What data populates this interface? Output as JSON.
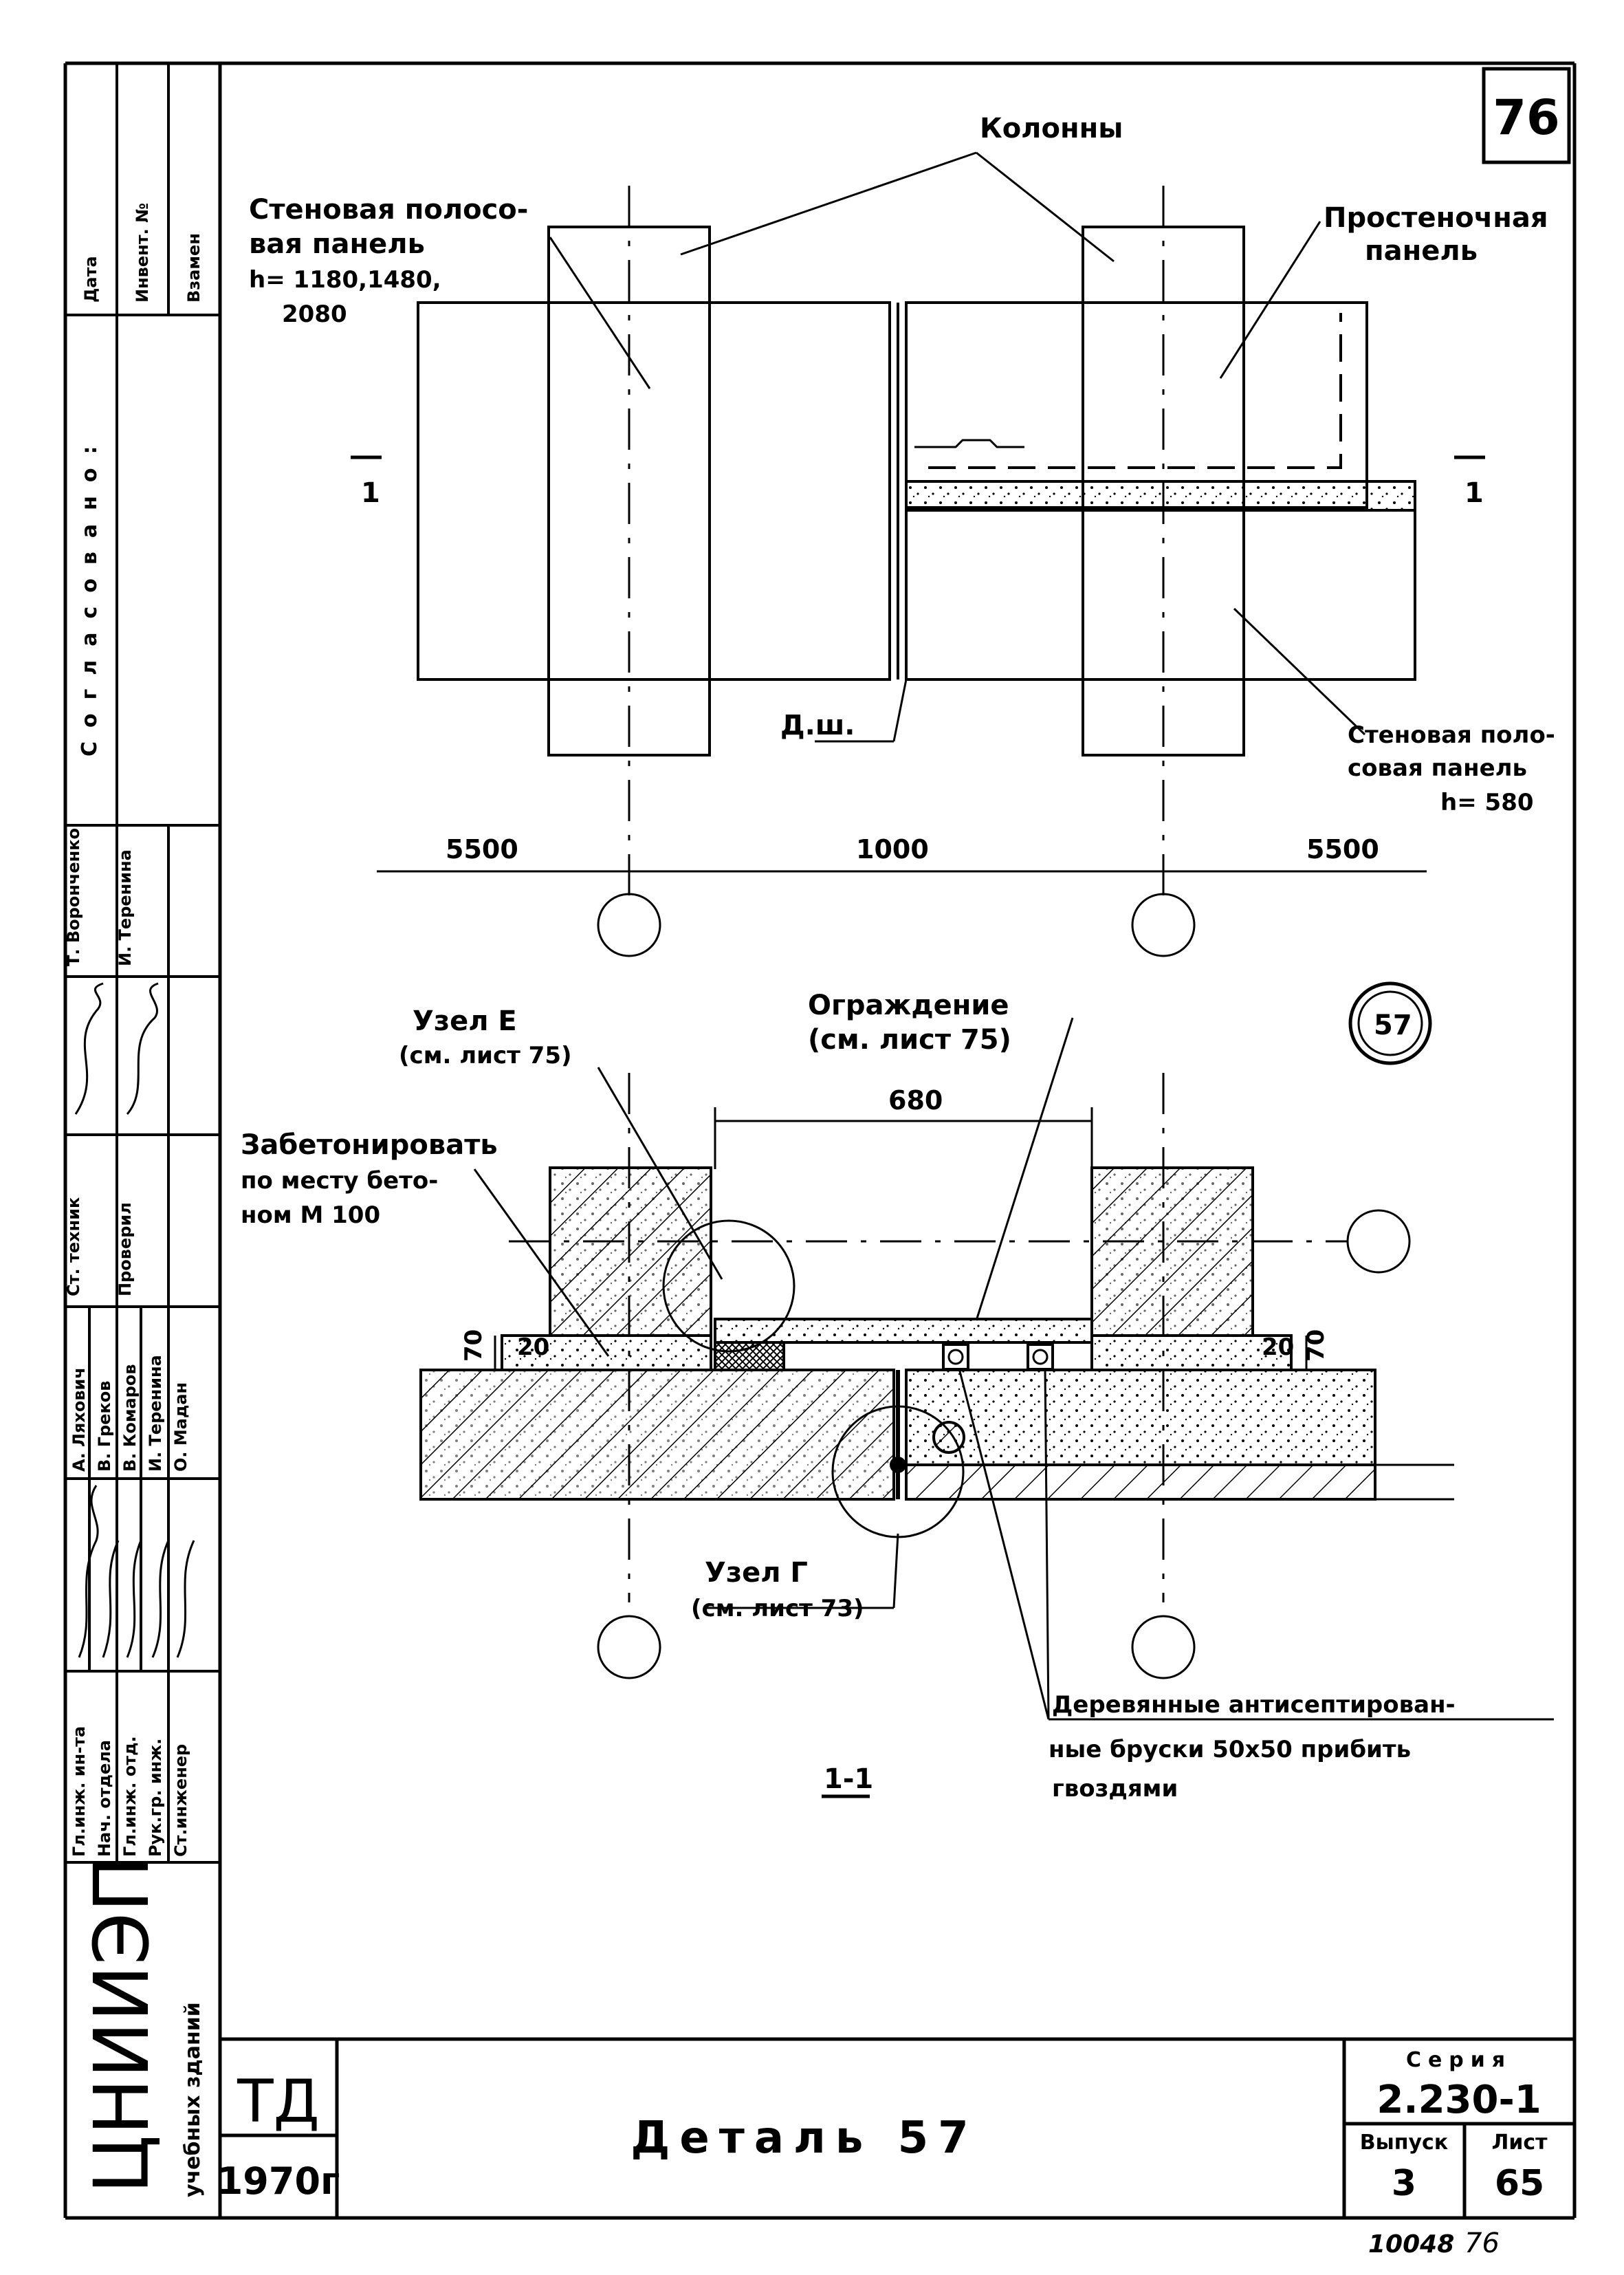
{
  "sheet_number": "76",
  "drawing": {
    "labels": {
      "columns": "Колонны",
      "wall_strip_panel_top": [
        "Стеновая полосо-",
        "вая панель",
        "h= 1180,1480,",
        "2080"
      ],
      "pier_panel": [
        "Простеночная",
        "панель"
      ],
      "section_mark": "1",
      "dsh": "Д.ш.",
      "wall_strip_panel_bottom": [
        "Стеновая поло-",
        "совая панель",
        "h= 580"
      ],
      "railing": [
        "Ограждение",
        "(см. лист 75)"
      ],
      "node_e": [
        "Узел Е",
        "(см. лист 75)"
      ],
      "concrete": [
        "Забетонировать",
        "по месту бето-",
        "ном  М 100"
      ],
      "node_g": [
        "Узел Г",
        "(см. лист 73)"
      ],
      "bars": [
        "Деревянные антисептирован-",
        "ные бруски 50х50 прибить",
        "гвоздями"
      ],
      "section_title": "1-1",
      "detail_mark": "57"
    },
    "dimensions": {
      "span_left": "5500",
      "span_mid": "1000",
      "span_right": "5500",
      "opening": "680",
      "h70_left": "70",
      "w20_left": "20",
      "w20_right": "20",
      "h70_right": "70"
    }
  },
  "side_stamp": {
    "header": [
      "Дата",
      "Инвент. №",
      "Взамен"
    ],
    "agreed": "Согласовано:",
    "roles": [
      "Гл.инж. ин-та",
      "Нач. отдела",
      "Гл.инж. отд.",
      "Рук.гр. инж.",
      "Ст.инженер"
    ],
    "names_1": [
      "А. Ляхович",
      "В. Греков",
      "В. Комаров",
      "И. Теренина",
      "О. Мадан"
    ],
    "roles_2": [
      "Ст. техник",
      "Проверил"
    ],
    "names_2": [
      "Т. Воронченко",
      "И. Теренина"
    ],
    "institute": "ЦНИИЭП",
    "institute_sub": "учебных зданий"
  },
  "title_block": {
    "org_code": "ТД",
    "year": "1970г",
    "title": "Деталь 57",
    "series_label": "Серия",
    "series_value": "2.230-1",
    "issue_label": "Выпуск",
    "issue_value": "3",
    "sheet_label": "Лист",
    "sheet_value": "65",
    "footer_number": "10048",
    "footer_page": "76"
  }
}
